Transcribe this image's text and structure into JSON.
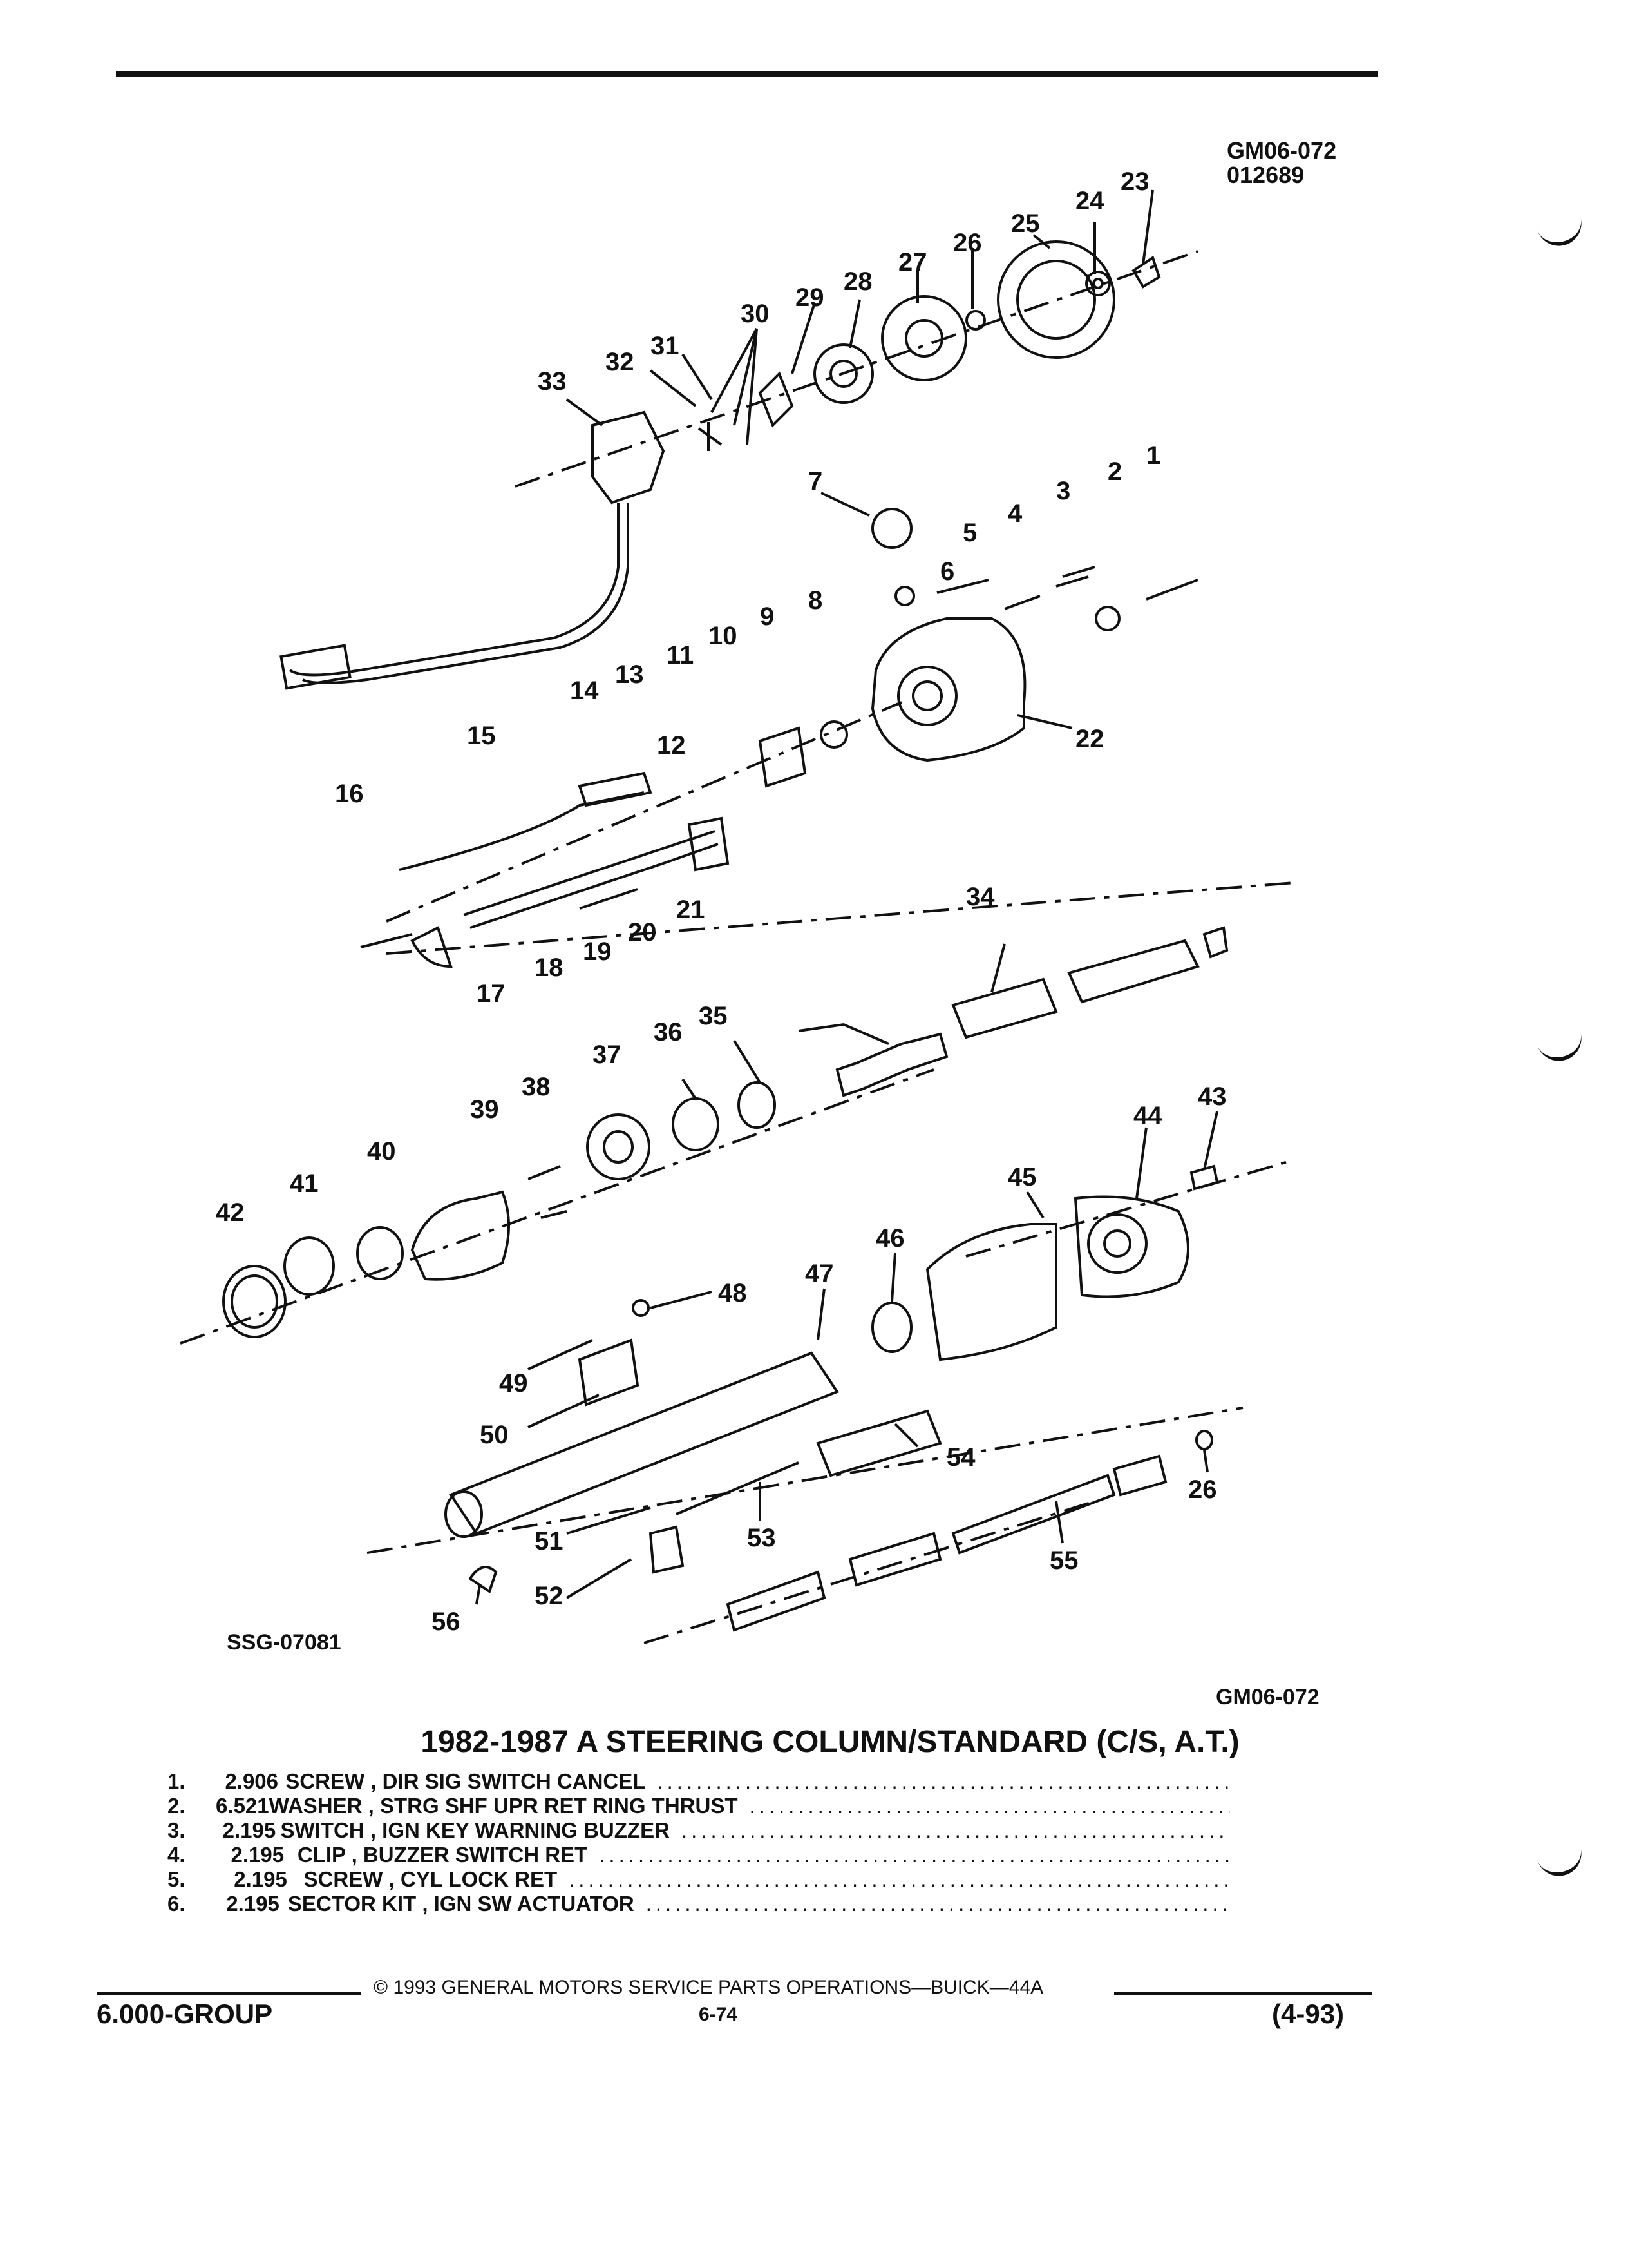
{
  "header": {
    "ref_code": "GM06-072",
    "ref_date": "012689"
  },
  "diagram": {
    "illustration_id": "SSG-07081",
    "bottom_ref": "GM06-072",
    "callouts": [
      "1",
      "2",
      "3",
      "4",
      "5",
      "6",
      "7",
      "8",
      "9",
      "10",
      "11",
      "12",
      "13",
      "14",
      "15",
      "16",
      "17",
      "18",
      "19",
      "20",
      "21",
      "22",
      "23",
      "24",
      "25",
      "26",
      "27",
      "28",
      "29",
      "30",
      "31",
      "32",
      "33",
      "34",
      "35",
      "36",
      "37",
      "38",
      "39",
      "40",
      "41",
      "42",
      "43",
      "44",
      "45",
      "46",
      "47",
      "48",
      "49",
      "50",
      "51",
      "52",
      "53",
      "54",
      "55",
      "26",
      "56"
    ]
  },
  "parts_list": {
    "title": "1982-1987 A STEERING COLUMN/STANDARD (C/S, A.T.)",
    "items": [
      {
        "num": "1.",
        "code": "2.906",
        "desc": "SCREW , DIR SIG SWITCH CANCEL"
      },
      {
        "num": "2.",
        "code": "6.521",
        "desc": "WASHER , STRG SHF UPR RET RING THRUST"
      },
      {
        "num": "3.",
        "code": "2.195",
        "desc": "SWITCH , IGN KEY WARNING BUZZER"
      },
      {
        "num": "4.",
        "code": "2.195",
        "desc": "CLIP , BUZZER SWITCH RET"
      },
      {
        "num": "5.",
        "code": "2.195",
        "desc": "SCREW , CYL LOCK RET"
      },
      {
        "num": "6.",
        "code": "2.195",
        "desc": "SECTOR KIT , IGN SW ACTUATOR"
      }
    ]
  },
  "footer": {
    "copyright": "© 1993 GENERAL MOTORS SERVICE PARTS OPERATIONS—BUICK—44A",
    "group": "6.000-GROUP",
    "page": "6-74",
    "date": "(4-93)"
  }
}
